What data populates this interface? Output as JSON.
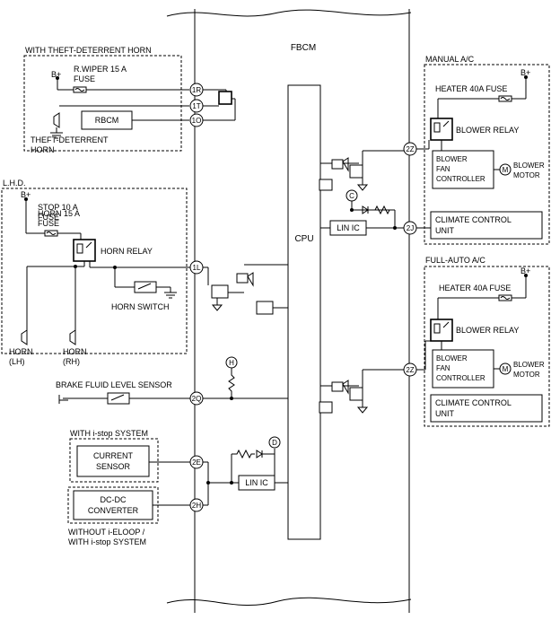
{
  "fbcm_label": "FBCM",
  "cpu_label": "CPU",
  "supply_label": "B+",
  "theft": {
    "group_title": "WITH THEFT-DETERRENT HORN",
    "fuse_line1": "R.WIPER 15 A",
    "fuse_line2": "FUSE",
    "rbcm": "RBCM",
    "horn_line1": "THEFT-DETERRENT",
    "horn_line2": "HORN"
  },
  "lhd": {
    "group_title": "L.H.D.",
    "stop_fuse_line1": "STOP 10 A",
    "stop_fuse_line2": "FUSE",
    "horn_fuse_line1": "HORN 15 A",
    "horn_fuse_line2": "FUSE",
    "horn_relay": "HORN RELAY",
    "horn_lh_line1": "HORN",
    "horn_lh_line2": "(LH)",
    "horn_rh_line1": "HORN",
    "horn_rh_line2": "(RH)",
    "horn_switch": "HORN SWITCH"
  },
  "brake_sensor": "BRAKE FLUID LEVEL SENSOR",
  "istop": {
    "group_title": "WITH i-stop SYSTEM",
    "current_line1": "CURRENT",
    "current_line2": "SENSOR",
    "dcdc_line1": "DC-DC",
    "dcdc_line2": "CONVERTER",
    "without_line1": "WITHOUT i-ELOOP /",
    "without_line2": "WITH i-stop SYSTEM"
  },
  "lin_ic": "LIN IC",
  "manual_ac": {
    "group_title": "MANUAL A/C",
    "heater_fuse": "HEATER 40A FUSE",
    "blower_relay": "BLOWER RELAY",
    "controller_line1": "BLOWER",
    "controller_line2": "FAN",
    "controller_line3": "CONTROLLER",
    "motor_line1": "BLOWER",
    "motor_line2": "MOTOR",
    "climate_line1": "CLIMATE CONTROL",
    "climate_line2": "UNIT"
  },
  "auto_ac": {
    "group_title": "FULL-AUTO A/C",
    "heater_fuse": "HEATER 40A FUSE",
    "blower_relay": "BLOWER RELAY",
    "controller_line1": "BLOWER",
    "controller_line2": "FAN",
    "controller_line3": "CONTROLLER",
    "motor_line1": "BLOWER",
    "motor_line2": "MOTOR",
    "climate_line1": "CLIMATE CONTROL",
    "climate_line2": "UNIT"
  },
  "terminals": {
    "t_1r": "1R",
    "t_1t": "1T",
    "t_1o": "1O",
    "t_1l": "1L",
    "t_2q": "2Q",
    "t_2e": "2E",
    "t_2h": "2H",
    "t_2z_top": "2Z",
    "t_2j": "2J",
    "t_2z_bottom": "2Z"
  },
  "refs": {
    "c": "C",
    "h": "H",
    "d": "D"
  },
  "ground_symbol": "ground-icon"
}
